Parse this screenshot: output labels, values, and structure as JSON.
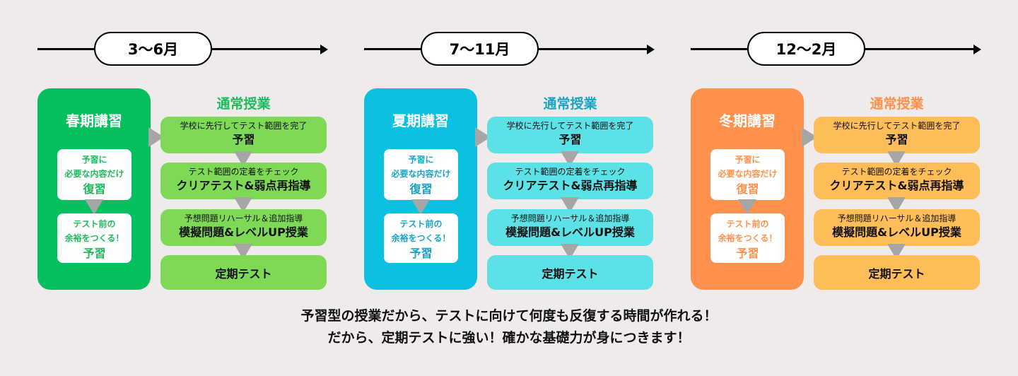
{
  "sections": [
    {
      "period": "3〜6月",
      "course": "春期講習",
      "box1_line1": "予習に",
      "box1_line2": "必要な内容だけ",
      "box1_main": "復習",
      "box2_line1": "テスト前の",
      "box2_line2": "余裕をつくる！",
      "box2_main": "予習",
      "regular_title": "通常授業",
      "steps": [
        {
          "sub": "学校に先行してテスト範囲を完了",
          "main": "予習"
        },
        {
          "sub": "テスト範囲の定着をチェック",
          "main": "クリアテスト&弱点再指導"
        },
        {
          "sub": "予想問題リハーサル＆追加指導",
          "main": "模擬問題&レベルUP授業"
        },
        {
          "main": "定期テスト"
        }
      ],
      "colors": {
        "dark": "#06c05f",
        "light": "#7ed957",
        "text": "#1fba5e"
      }
    },
    {
      "period": "7〜11月",
      "course": "夏期講習",
      "box1_line1": "予習に",
      "box1_line2": "必要な内容だけ",
      "box1_main": "復習",
      "box2_line1": "テスト前の",
      "box2_line2": "余裕をつくる！",
      "box2_main": "予習",
      "regular_title": "通常授業",
      "steps": [
        {
          "sub": "学校に先行してテスト範囲を完了",
          "main": "予習"
        },
        {
          "sub": "テスト範囲の定着をチェック",
          "main": "クリアテスト&弱点再指導"
        },
        {
          "sub": "予想問題リハーサル＆追加指導",
          "main": "模擬問題&レベルUP授業"
        },
        {
          "main": "定期テスト"
        }
      ],
      "colors": {
        "dark": "#0cc0df",
        "light": "#5ce1e6",
        "text": "#1aa3c4"
      }
    },
    {
      "period": "12〜2月",
      "course": "冬期講習",
      "box1_line1": "予習に",
      "box1_line2": "必要な内容だけ",
      "box1_main": "復習",
      "box2_line1": "テスト前の",
      "box2_line2": "余裕をつくる！",
      "box2_main": "予習",
      "regular_title": "通常授業",
      "steps": [
        {
          "sub": "学校に先行してテスト範囲を完了",
          "main": "予習"
        },
        {
          "sub": "テスト範囲の定着をチェック",
          "main": "クリアテスト&弱点再指導"
        },
        {
          "sub": "予想問題リハーサル＆追加指導",
          "main": "模擬問題&レベルUP授業"
        },
        {
          "main": "定期テスト"
        }
      ],
      "colors": {
        "dark": "#ff914d",
        "light": "#ffbd59",
        "text": "#ff914d"
      }
    }
  ],
  "footer": {
    "line1": "予習型の授業だから、テストに向けて何度も反復する時間が作れる！",
    "line2": "だから、定期テストに強い！確かな基礎力が身につきます！"
  }
}
